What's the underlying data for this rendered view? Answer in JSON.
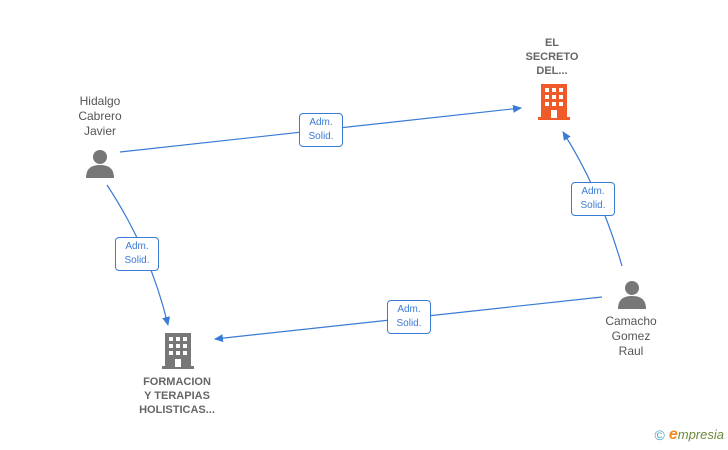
{
  "nodes": {
    "hidalgo": {
      "label": "Hidalgo\nCabrero\nJavier",
      "icon": "person-icon"
    },
    "camacho": {
      "label": "Camacho\nGomez\nRaul",
      "icon": "person-icon"
    },
    "secreto": {
      "label": "EL\nSECRETO\nDEL...",
      "icon": "building-icon",
      "color": "#f05a28"
    },
    "formacion": {
      "label": "FORMACION\nY TERAPIAS\nHOLISTICAS...",
      "icon": "building-icon",
      "color": "#777777"
    }
  },
  "edges": [
    {
      "from": "hidalgo",
      "to": "secreto",
      "line1": "Adm.",
      "line2": "Solid."
    },
    {
      "from": "hidalgo",
      "to": "formacion",
      "line1": "Adm.",
      "line2": "Solid."
    },
    {
      "from": "camacho",
      "to": "secreto",
      "line1": "Adm.",
      "line2": "Solid."
    },
    {
      "from": "camacho",
      "to": "formacion",
      "line1": "Adm.",
      "line2": "Solid."
    }
  ],
  "colors": {
    "edge": "#3a7bd5",
    "person": "#777777"
  },
  "brand": {
    "copyright": "©",
    "e": "e",
    "name": "mpresia"
  }
}
